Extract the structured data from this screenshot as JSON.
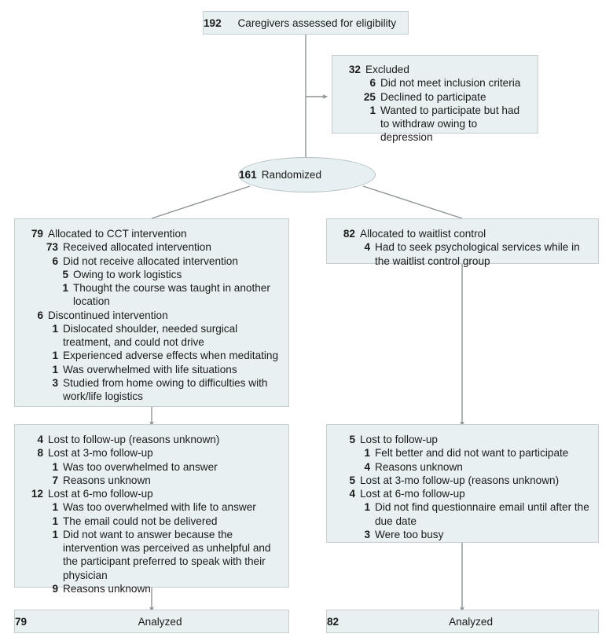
{
  "diagram": {
    "type": "consort-flow-diagram",
    "colors": {
      "box_fill": "#e8f0f2",
      "box_border": "#c6cccf",
      "connector": "#8d9396",
      "text": "#1b1b1b",
      "page_background": "#ffffff"
    },
    "nodes": {
      "assessed": {
        "name": "assessed-for-eligibility",
        "rows": [
          {
            "num": "192",
            "text": "Caregivers assessed for eligibility",
            "level": 0
          }
        ]
      },
      "excluded": {
        "name": "excluded",
        "rows": [
          {
            "num": "32",
            "text": "Excluded",
            "level": 0
          },
          {
            "num": "6",
            "text": "Did not meet inclusion criteria",
            "level": 1
          },
          {
            "num": "25",
            "text": "Declined to participate",
            "level": 1
          },
          {
            "num": "1",
            "text": "Wanted to participate but had to withdraw owing to depression",
            "level": 1
          }
        ]
      },
      "randomized": {
        "name": "randomized",
        "rows": [
          {
            "num": "161",
            "text": "Randomized",
            "level": 0
          }
        ]
      },
      "allocation_left": {
        "name": "allocated-cct-intervention",
        "rows": [
          {
            "num": "79",
            "text": "Allocated to CCT intervention",
            "level": 0
          },
          {
            "num": "73",
            "text": "Received allocated intervention",
            "level": 1
          },
          {
            "num": "6",
            "text": "Did not receive allocated intervention",
            "level": 1
          },
          {
            "num": "5",
            "text": "Owing to work logistics",
            "level": 2
          },
          {
            "num": "1",
            "text": "Thought the course was taught in another location",
            "level": 2
          },
          {
            "num": "6",
            "text": "Discontinued intervention",
            "level": 0
          },
          {
            "num": "1",
            "text": "Dislocated shoulder, needed surgical treatment, and could not drive",
            "level": 1
          },
          {
            "num": "1",
            "text": "Experienced adverse effects when meditating",
            "level": 1
          },
          {
            "num": "1",
            "text": "Was overwhelmed with life situations",
            "level": 1
          },
          {
            "num": "3",
            "text": "Studied from home owing to difficulties with work/life logistics",
            "level": 1
          }
        ]
      },
      "allocation_right": {
        "name": "allocated-waitlist-control",
        "rows": [
          {
            "num": "82",
            "text": "Allocated to waitlist control",
            "level": 0
          },
          {
            "num": "4",
            "text": "Had to seek psychological services while in the waitlist control group",
            "level": 1
          }
        ]
      },
      "followup_left": {
        "name": "follow-up-cct-intervention",
        "rows": [
          {
            "num": "4",
            "text": "Lost to follow-up (reasons unknown)",
            "level": 0
          },
          {
            "num": "8",
            "text": "Lost at 3-mo follow-up",
            "level": 0
          },
          {
            "num": "1",
            "text": "Was too overwhelmed to answer",
            "level": 1
          },
          {
            "num": "7",
            "text": "Reasons unknown",
            "level": 1
          },
          {
            "num": "12",
            "text": "Lost at 6-mo follow-up",
            "level": 0
          },
          {
            "num": "1",
            "text": "Was too overwhelmed with life to answer",
            "level": 1
          },
          {
            "num": "1",
            "text": "The email could not be delivered",
            "level": 1
          },
          {
            "num": "1",
            "text": "Did not want to answer because the intervention was perceived as unhelpful and the participant preferred to speak with their physician",
            "level": 1
          },
          {
            "num": "9",
            "text": "Reasons unknown",
            "level": 1
          }
        ]
      },
      "followup_right": {
        "name": "follow-up-waitlist-control",
        "rows": [
          {
            "num": "5",
            "text": "Lost to follow-up",
            "level": 0
          },
          {
            "num": "1",
            "text": "Felt better and did not want to participate",
            "level": 1
          },
          {
            "num": "4",
            "text": "Reasons unknown",
            "level": 1
          },
          {
            "num": "5",
            "text": "Lost at 3-mo follow-up (reasons unknown)",
            "level": 0
          },
          {
            "num": "4",
            "text": "Lost at 6-mo follow-up",
            "level": 0
          },
          {
            "num": "1",
            "text": "Did not find questionnaire email until after the due date",
            "level": 1
          },
          {
            "num": "3",
            "text": "Were too busy",
            "level": 1
          }
        ]
      },
      "analyzed_left": {
        "name": "analyzed-cct-intervention",
        "rows": [
          {
            "num": "79",
            "text": "Analyzed",
            "level": 0
          }
        ]
      },
      "analyzed_right": {
        "name": "analyzed-waitlist-control",
        "rows": [
          {
            "num": "82",
            "text": "Analyzed",
            "level": 0
          }
        ]
      }
    }
  }
}
